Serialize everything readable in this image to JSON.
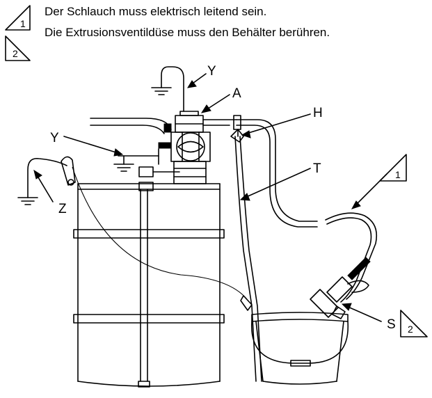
{
  "notes": [
    {
      "number": "1",
      "text": "Der Schlauch muss elektrisch leitend sein."
    },
    {
      "number": "2",
      "text": "Die Extrusionsventildüse muss den Behälter berühren."
    }
  ],
  "callouts": {
    "Y_top": "Y",
    "A": "A",
    "H": "H",
    "Y_left": "Y",
    "T": "T",
    "Z": "Z",
    "S": "S",
    "warn_hose": "1",
    "warn_nozzle": "2"
  }
}
